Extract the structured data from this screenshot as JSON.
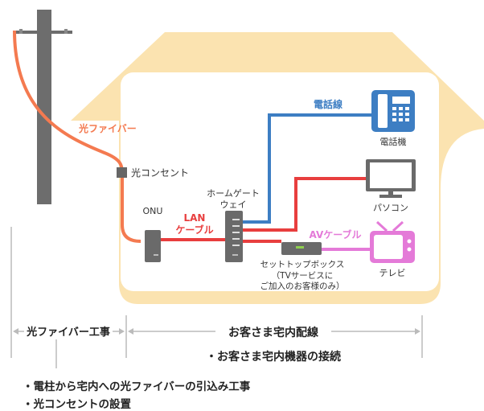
{
  "labels": {
    "fiber": "光ファイバー",
    "outlet": "光コンセント",
    "onu": "ONU",
    "lan_line1": "LAN",
    "lan_line2": "ケーブル",
    "gateway_line1": "ホームゲート",
    "gateway_line2": "ウェイ",
    "phone_line": "電話線",
    "phone": "電話機",
    "pc": "パソコン",
    "av_cable": "AVケーブル",
    "tv": "テレビ",
    "stb_line1": "セットトップボックス",
    "stb_line2": "（TVサービスに",
    "stb_line3": "ご加入のお客様のみ）"
  },
  "ranges": {
    "left": "光ファイバー工事",
    "right": "お客さま宅内配線"
  },
  "right_notes": [
    "・お客さま宅内機器の接続"
  ],
  "left_notes": [
    "・電柱から宅内への光ファイバーの引込み工事",
    "・光コンセントの設置"
  ],
  "colors": {
    "house": "#fbe3b0",
    "fiber": "#f47a50",
    "lan": "#e83e3e",
    "phone": "#3d7ec3",
    "av": "#e47ad8",
    "device": "#6a6a6a",
    "pole": "#6d6d6d"
  }
}
